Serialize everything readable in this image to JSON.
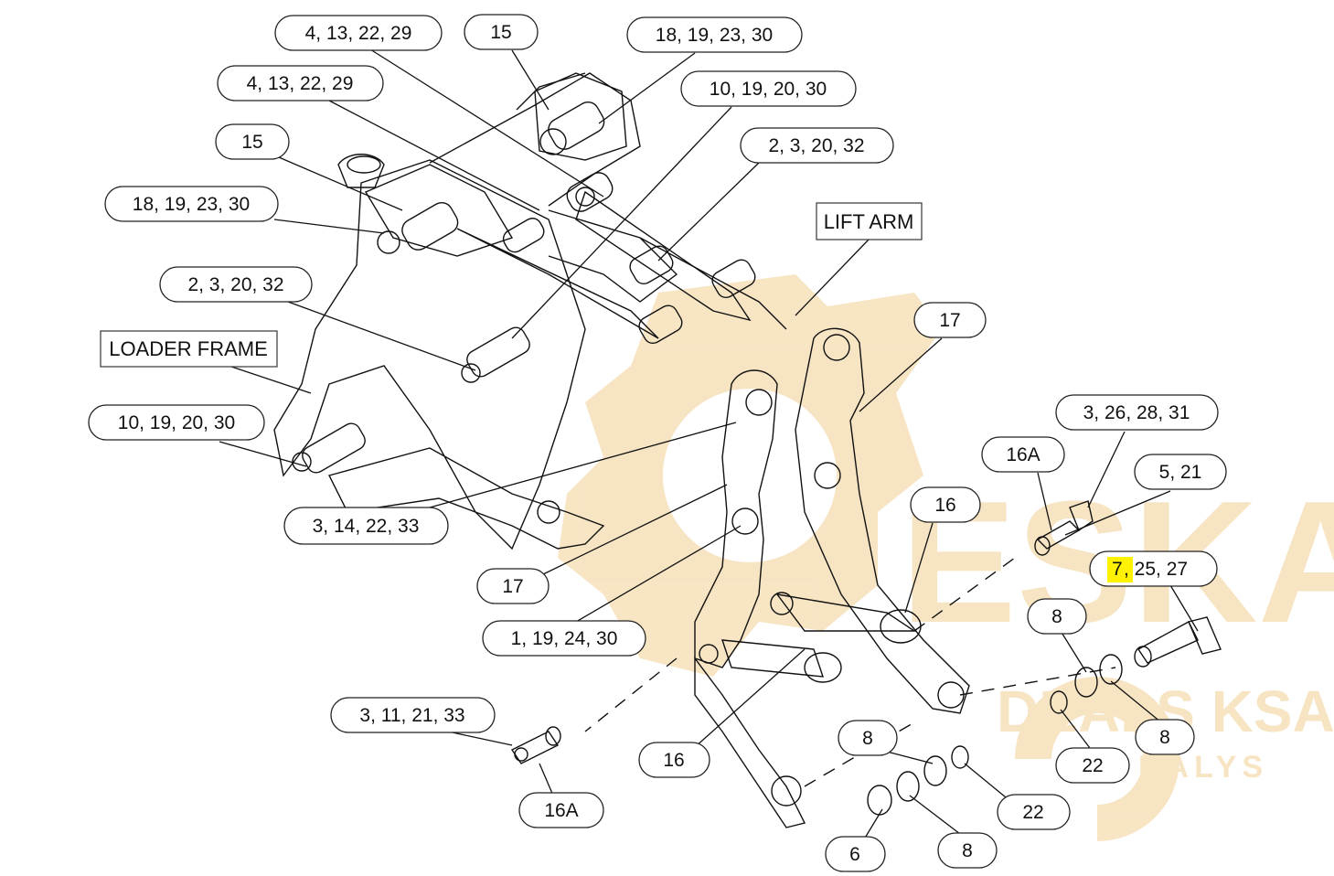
{
  "colors": {
    "line": "#111111",
    "watermark": "#f2cf93",
    "highlight": "#fff200",
    "badge_stroke": "#222222"
  },
  "watermark": {
    "brand": "ESKA",
    "sub1": "DEALS KSA",
    "sub2": "DALYS"
  },
  "boxes": {
    "loader_frame": "LOADER FRAME",
    "lift_arm": "LIFT ARM"
  },
  "callouts": {
    "c1": "4, 13, 22, 29",
    "c2": "15",
    "c3": "18, 19, 23, 30",
    "c4": "4, 13, 22, 29",
    "c5": "10, 19, 20, 30",
    "c6": "15",
    "c7": "2, 3, 20, 32",
    "c8": "18, 19, 23, 30",
    "c9": "2, 3, 20, 32",
    "c10": "17",
    "c11": "10, 19, 20, 30",
    "c12": "3, 26, 28, 31",
    "c13": "16A",
    "c14": "5, 21",
    "c15": "16",
    "c16": "3, 14, 22, 33",
    "c17": "7",
    "c17b": ", 25, 27",
    "c18": "17",
    "c19": "8",
    "c20": "1, 19, 24, 30",
    "c21": "3, 11, 21, 33",
    "c22": "8",
    "c23": "8",
    "c24": "22",
    "c25": "16",
    "c26": "22",
    "c27": "16A",
    "c28": "6",
    "c29": "8"
  }
}
